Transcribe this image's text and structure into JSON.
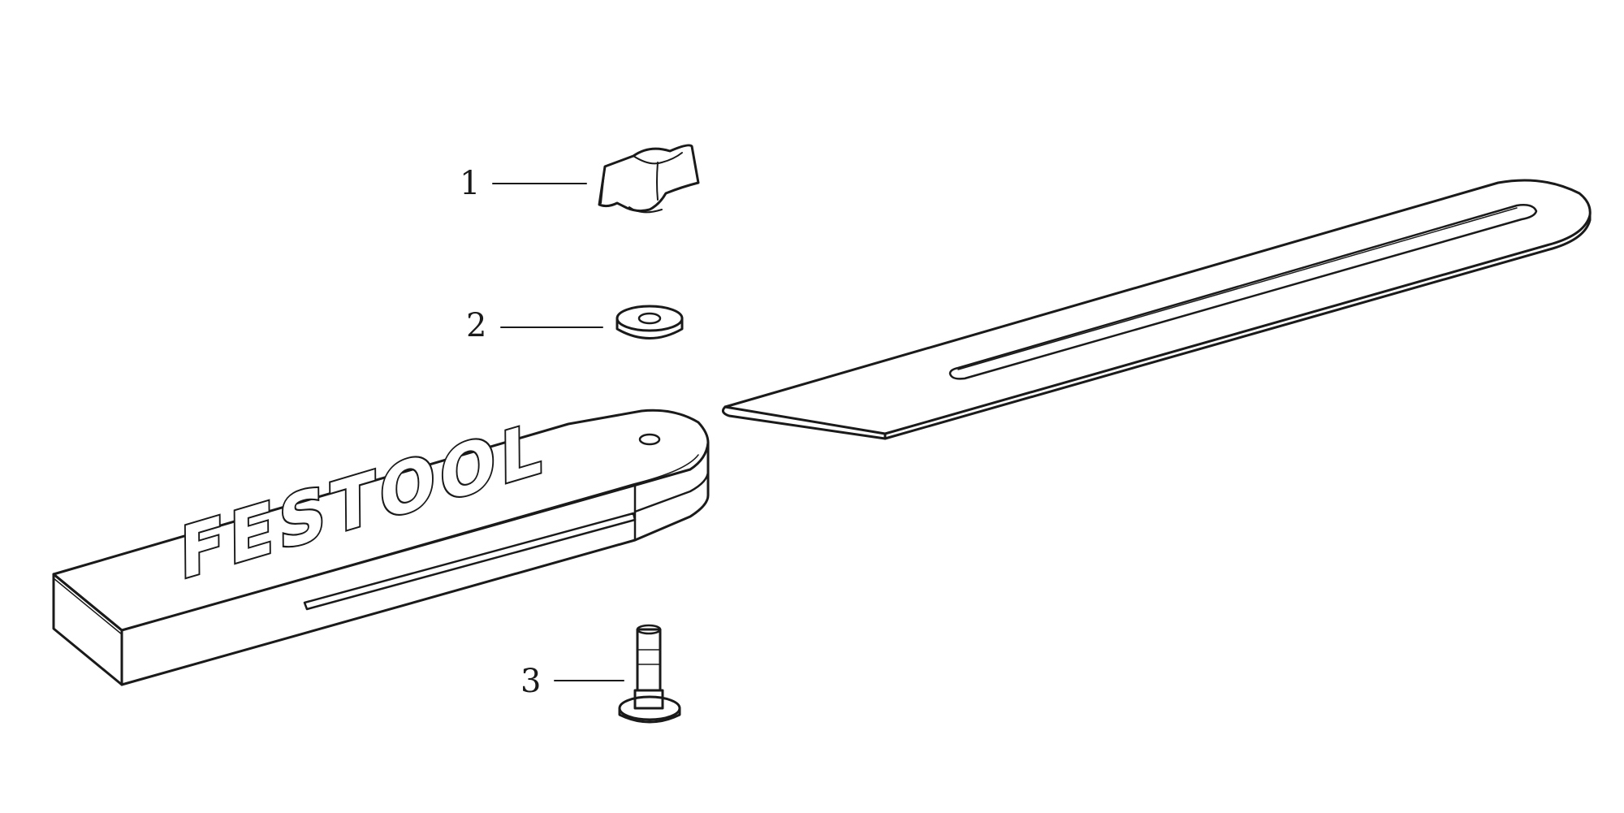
{
  "diagram": {
    "brand_text": "FESTOOL",
    "callouts": [
      {
        "number": "1",
        "part": "wing-knob"
      },
      {
        "number": "2",
        "part": "washer"
      },
      {
        "number": "3",
        "part": "carriage-bolt"
      }
    ],
    "colors": {
      "line": "#1a1a1a",
      "background": "#ffffff"
    }
  }
}
